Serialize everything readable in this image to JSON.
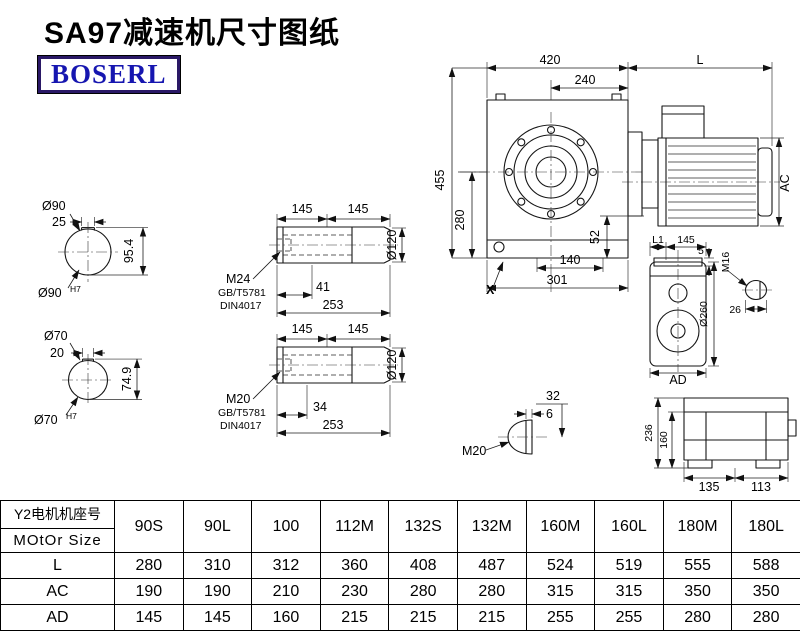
{
  "page": {
    "title": "SA97减速机尺寸图纸",
    "logo": "BOSERL"
  },
  "drawing": {
    "main_view": {
      "w420": "420",
      "L": "L",
      "w240": "240",
      "h455": "455",
      "h280": "280",
      "h52": "52",
      "ac": "AC",
      "w140": "140",
      "w301": "301",
      "x_mark": "X"
    },
    "shaft_end_90": {
      "dia": "Ø90",
      "key_w": "25",
      "over_key": "95.4",
      "fit": "Ø90",
      "tol": "H7"
    },
    "shaft_end_70": {
      "dia": "Ø70",
      "key_w": "20",
      "over_key": "74.9",
      "fit": "Ø70",
      "tol": "H7"
    },
    "shaft_m24": {
      "seg1": "145",
      "seg2": "145",
      "dia": "Ø120",
      "thread": "M24",
      "std1": "GB/T5781",
      "std2": "DIN4017",
      "thread_len": "41",
      "total_len": "253"
    },
    "shaft_m20": {
      "seg1": "145",
      "seg2": "145",
      "dia": "Ø120",
      "thread": "M20",
      "std1": "GB/T5781",
      "std2": "DIN4017",
      "thread_len": "34",
      "total_len": "253"
    },
    "side_view": {
      "l1": "L1",
      "w145": "145",
      "t5": "5",
      "thread": "M16",
      "dia260": "Ø260",
      "w26": "26",
      "ad": "AD"
    },
    "plug_view": {
      "d6": "6",
      "h32": "32",
      "thread": "M20"
    },
    "rear_view": {
      "h236": "236",
      "h160": "160",
      "w135": "135",
      "w113": "113"
    }
  },
  "table": {
    "corner_line1": "Y2电机机座号",
    "corner_line2": "MOtOr Size",
    "columns": [
      "90S",
      "90L",
      "100",
      "112M",
      "132S",
      "132M",
      "160M",
      "160L",
      "180M",
      "180L"
    ],
    "rows": [
      {
        "label": "L",
        "values": [
          "280",
          "310",
          "312",
          "360",
          "408",
          "487",
          "524",
          "519",
          "555",
          "588"
        ]
      },
      {
        "label": "AC",
        "values": [
          "190",
          "190",
          "210",
          "230",
          "280",
          "280",
          "315",
          "315",
          "350",
          "350"
        ]
      },
      {
        "label": "AD",
        "values": [
          "145",
          "145",
          "160",
          "215",
          "215",
          "215",
          "255",
          "255",
          "280",
          "280"
        ]
      }
    ]
  }
}
